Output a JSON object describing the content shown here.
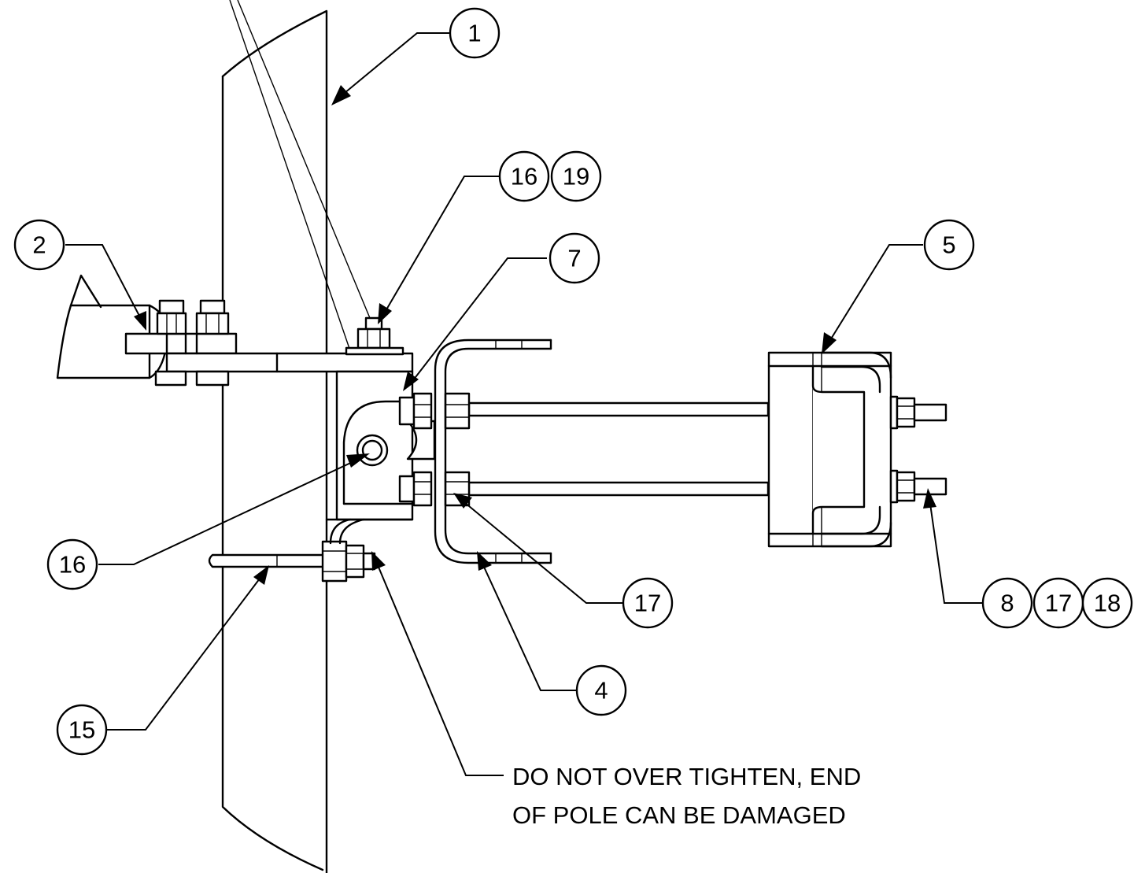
{
  "balloons": {
    "b1": "1",
    "b2": "2",
    "b4": "4",
    "b5": "5",
    "b7": "7",
    "b8": "8",
    "b15": "15",
    "b16a": "16",
    "b16b": "16",
    "b17a": "17",
    "b17b": "17",
    "b18": "18",
    "b19": "19"
  },
  "note": {
    "line1": "DO NOT OVER TIGHTEN, END",
    "line2": "OF POLE CAN BE DAMAGED"
  },
  "colors": {
    "line": "#000000",
    "background": "#ffffff"
  }
}
